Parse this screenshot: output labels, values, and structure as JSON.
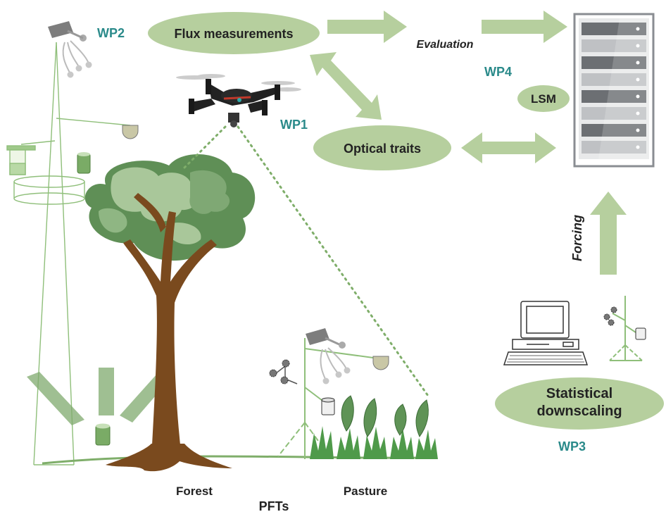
{
  "labels": {
    "wp2": "WP2",
    "wp1": "WP1",
    "wp4": "WP4",
    "wp3": "WP3",
    "flux": "Flux measurements",
    "optical": "Optical traits",
    "evaluation": "Evaluation",
    "lsm": "LSM",
    "forcing": "Forcing",
    "downscaling_line1": "Statistical",
    "downscaling_line2": "downscaling",
    "forest": "Forest",
    "pasture": "Pasture",
    "pfts": "PFTs"
  },
  "colors": {
    "wp_teal": "#2a8a8a",
    "ellipse_fill": "#b6cf9e",
    "arrow_fill": "#b6cf9e",
    "tower_line": "#8fbf7a",
    "tree_trunk": "#7a4a1e",
    "canopy_dark": "#5f8f56",
    "canopy_light": "#a9c79a",
    "grass": "#4f9a4a",
    "server_frame": "#a7aaae",
    "text_dark": "#222222"
  },
  "icons": {
    "drone": "drone-icon",
    "server": "server-rack-icon",
    "computer": "desktop-computer-icon",
    "tower": "flux-tower-icon",
    "tree": "tree-icon",
    "grass": "grass-icon"
  }
}
